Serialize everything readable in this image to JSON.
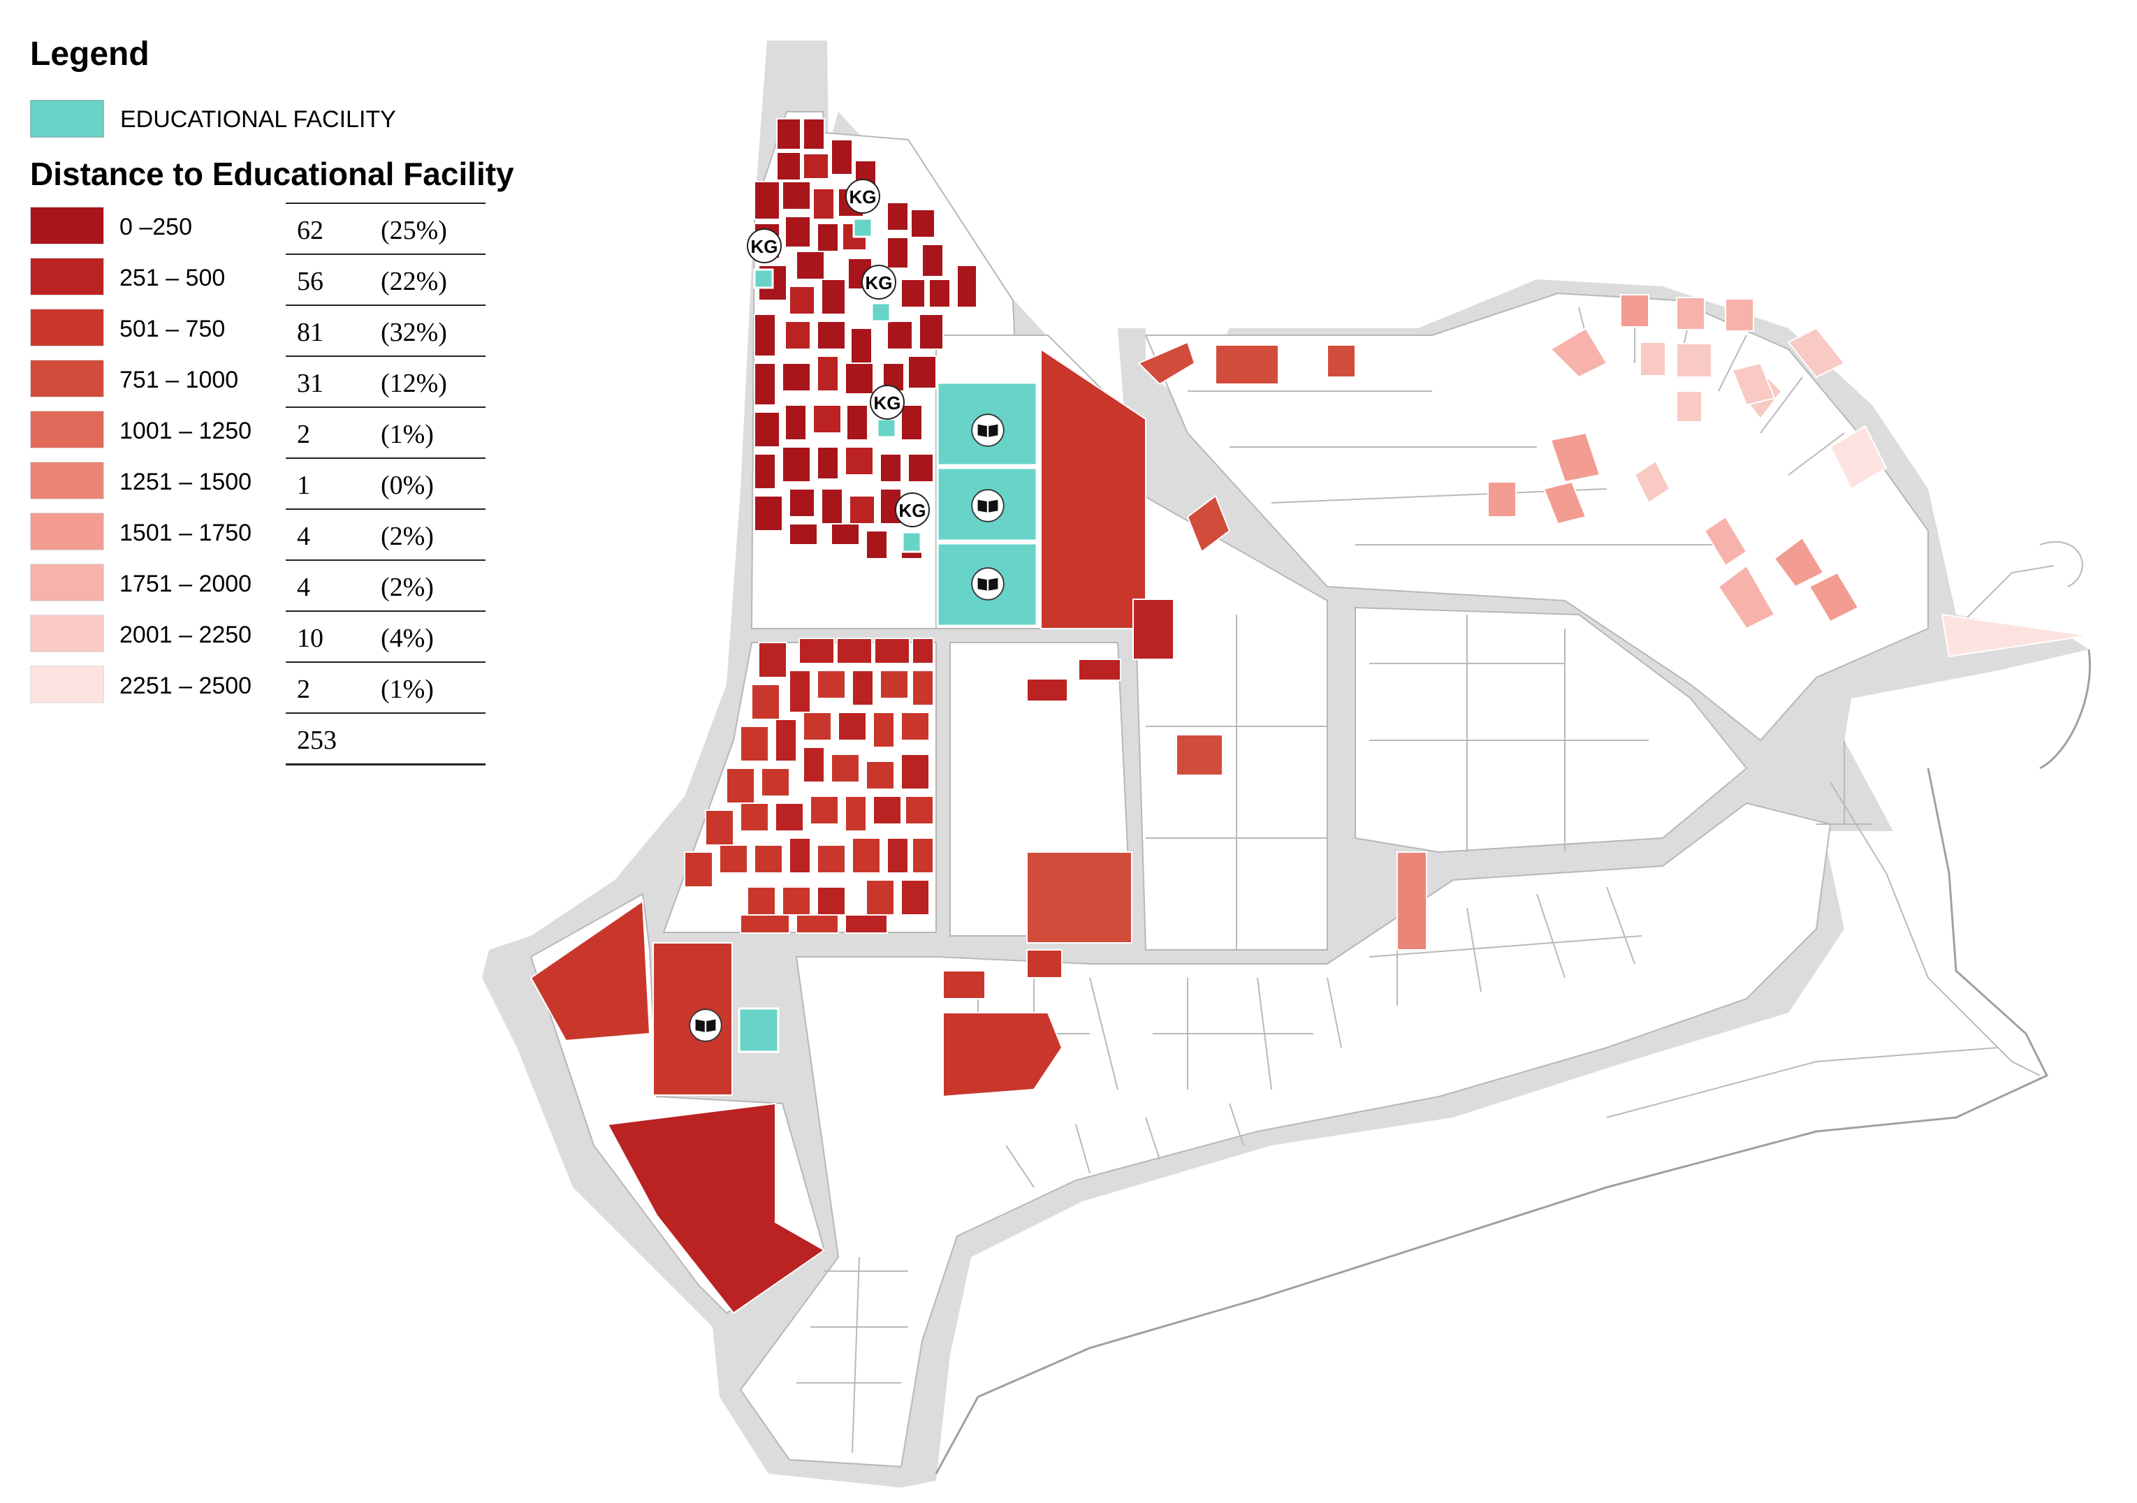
{
  "legend": {
    "title": "Legend",
    "facility_label": "EDUCATIONAL FACILITY",
    "facility_color": "#68d4c8",
    "distance_title": "Distance to Educational Facility",
    "ranges": [
      {
        "label": "0 –250",
        "color": "#a8151b",
        "count": "62",
        "pct": "(25%)"
      },
      {
        "label": "251 – 500",
        "color": "#bb2222",
        "count": "56",
        "pct": "(22%)"
      },
      {
        "label": "501 – 750",
        "color": "#c9372c",
        "count": "81",
        "pct": "(32%)"
      },
      {
        "label": "751 – 1000",
        "color": "#d24c3c",
        "count": "31",
        "pct": "(12%)"
      },
      {
        "label": "1001 – 1250",
        "color": "#e0695a",
        "count": "2",
        "pct": "(1%)"
      },
      {
        "label": "1251 – 1500",
        "color": "#ea8577",
        "count": "1",
        "pct": "(0%)"
      },
      {
        "label": "1501 – 1750",
        "color": "#f29c92",
        "count": "4",
        "pct": "(2%)"
      },
      {
        "label": "1751 – 2000",
        "color": "#f7b3ab",
        "count": "4",
        "pct": "(2%)"
      },
      {
        "label": "2001 – 2250",
        "color": "#f9c9c4",
        "count": "10",
        "pct": "(4%)"
      },
      {
        "label": "2251 – 2500",
        "color": "#fde3e0",
        "count": "2",
        "pct": "(1%)"
      }
    ],
    "total": "253"
  },
  "map": {
    "road_color": "#dcdcdc",
    "parcel_outline": "#a8a8a8",
    "kindergarten_label": "KG",
    "school_icon": "book-icon"
  }
}
